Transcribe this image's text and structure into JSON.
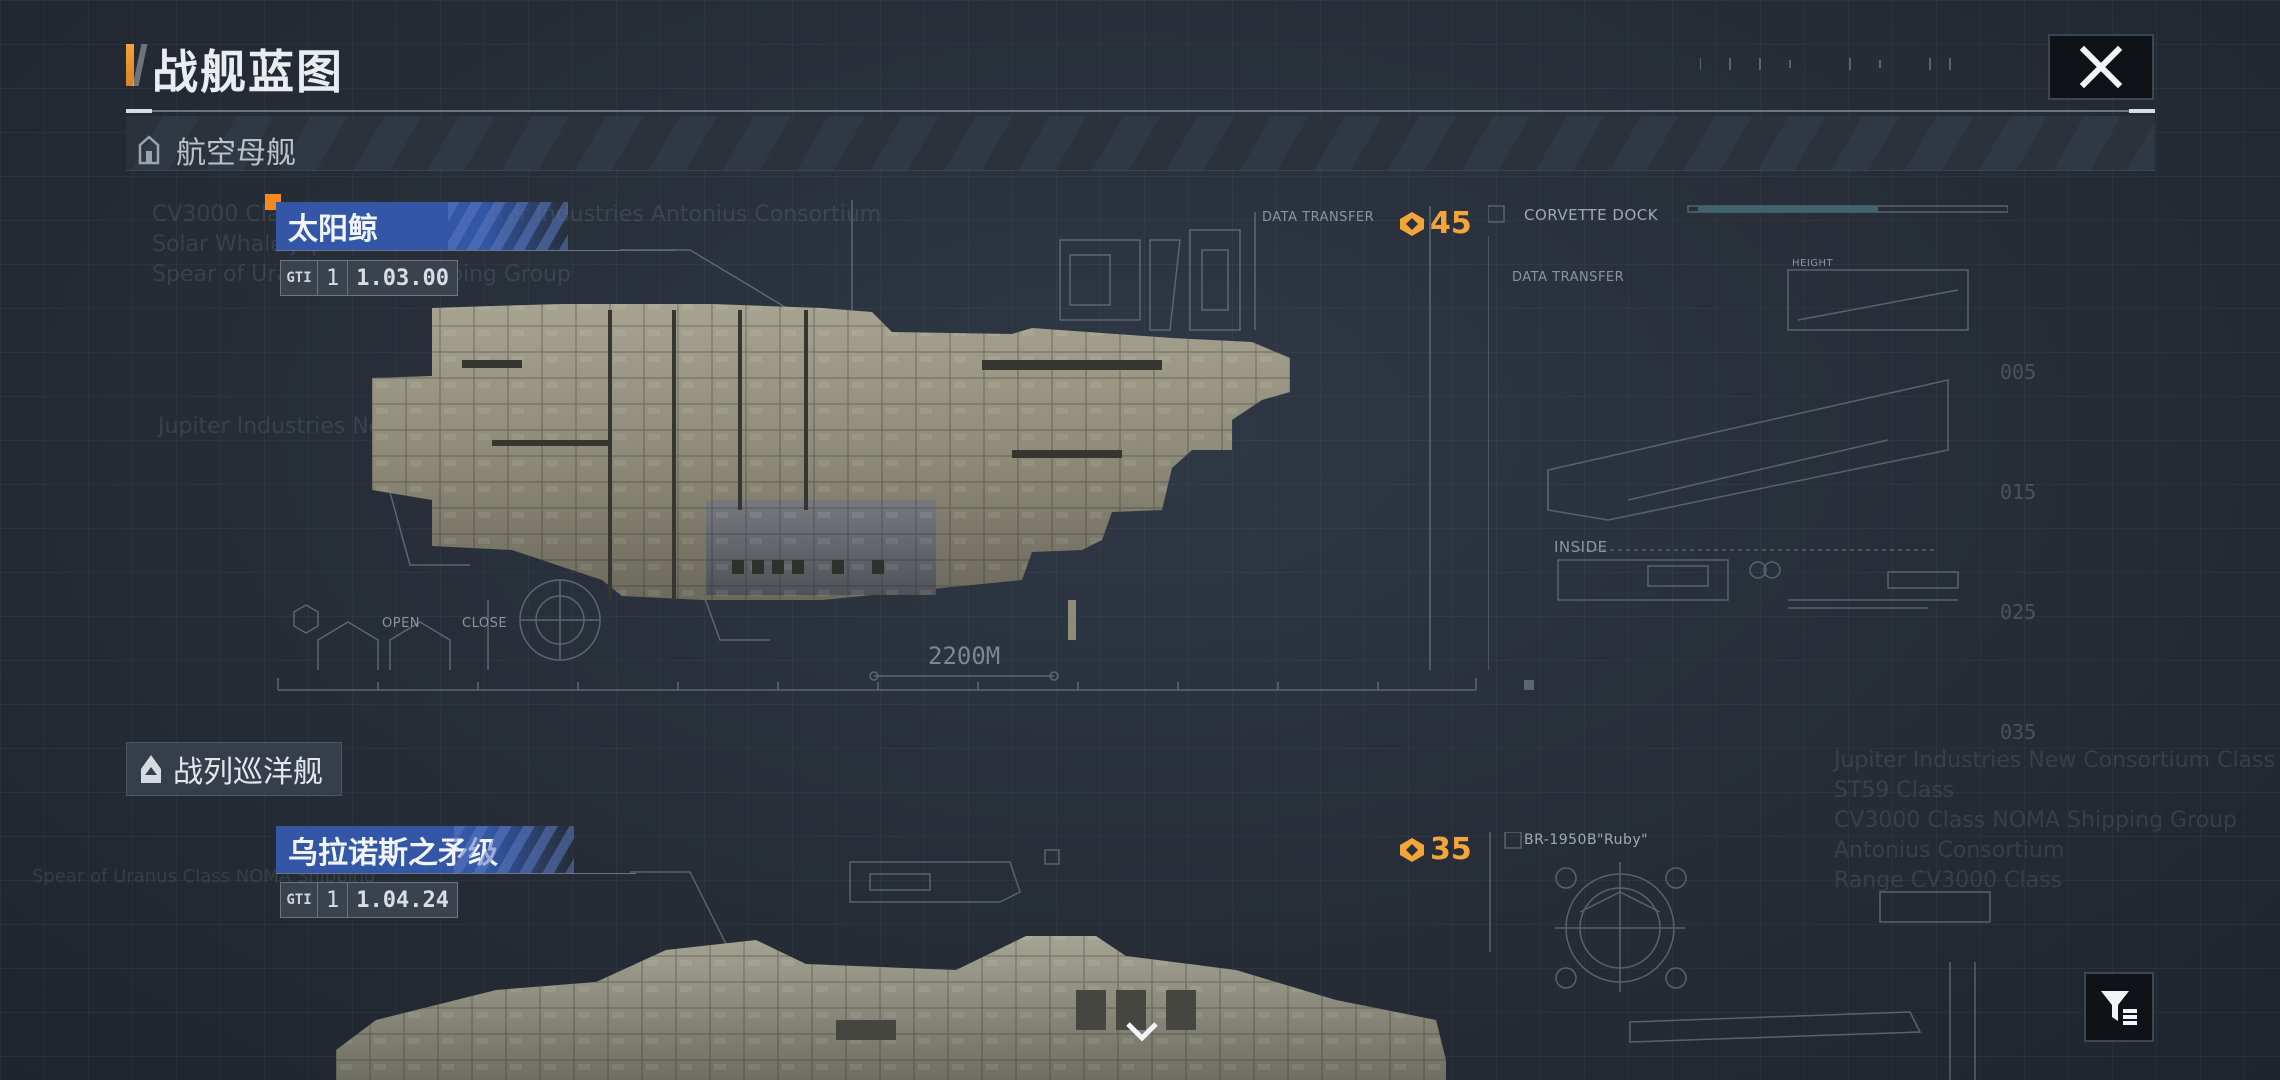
{
  "header": {
    "title": "战舰蓝图"
  },
  "categories": [
    {
      "label": "航空母舰"
    },
    {
      "label": "战列巡洋舰"
    }
  ],
  "ships": [
    {
      "name": "太阳鲸",
      "version_tier": "1",
      "version": "1.03.00",
      "rating": "45",
      "scale_label": "2200M",
      "dock_label": "CORVETTE DOCK",
      "data_transfer": "DATA TRANSFER",
      "data_transfer_2": "DATA TRANSFER",
      "inside_label": "INSIDE",
      "open_label": "OPEN",
      "close_label": "CLOSE",
      "height_label": "HEIGHT",
      "bg_text": [
        "CV3000 Class: Solar Whale Jupiter Industries Antonius Consortium",
        "Solar Whale Jupiter",
        "Spear of Uranus Class Shipping Group",
        "Jupiter Industries   New Consortium"
      ]
    },
    {
      "name": "乌拉诺斯之矛级",
      "version_tier": "1",
      "version": "1.04.24",
      "rating": "35",
      "dock_label": "BR-1950B\"Ruby\"",
      "bg_text": [
        "Spear of Uranus Class NOMA Shipping",
        "Jupiter Industries   New Consortium Class ST59 Class",
        "CV3000 Class NOMA Shipping Group Antonius Consortium",
        "Range CV3000 Class"
      ]
    }
  ],
  "right_ticks": [
    "005",
    "015",
    "025",
    "035"
  ],
  "icons": {
    "close": "close-x-icon",
    "filter": "filter-list-icon",
    "chevron": "chevron-down-icon",
    "rating": "rank-badge-icon"
  },
  "colors": {
    "accent": "#f3a53a",
    "tag_blue": "#3356a6",
    "orange": "#f58a1f"
  }
}
